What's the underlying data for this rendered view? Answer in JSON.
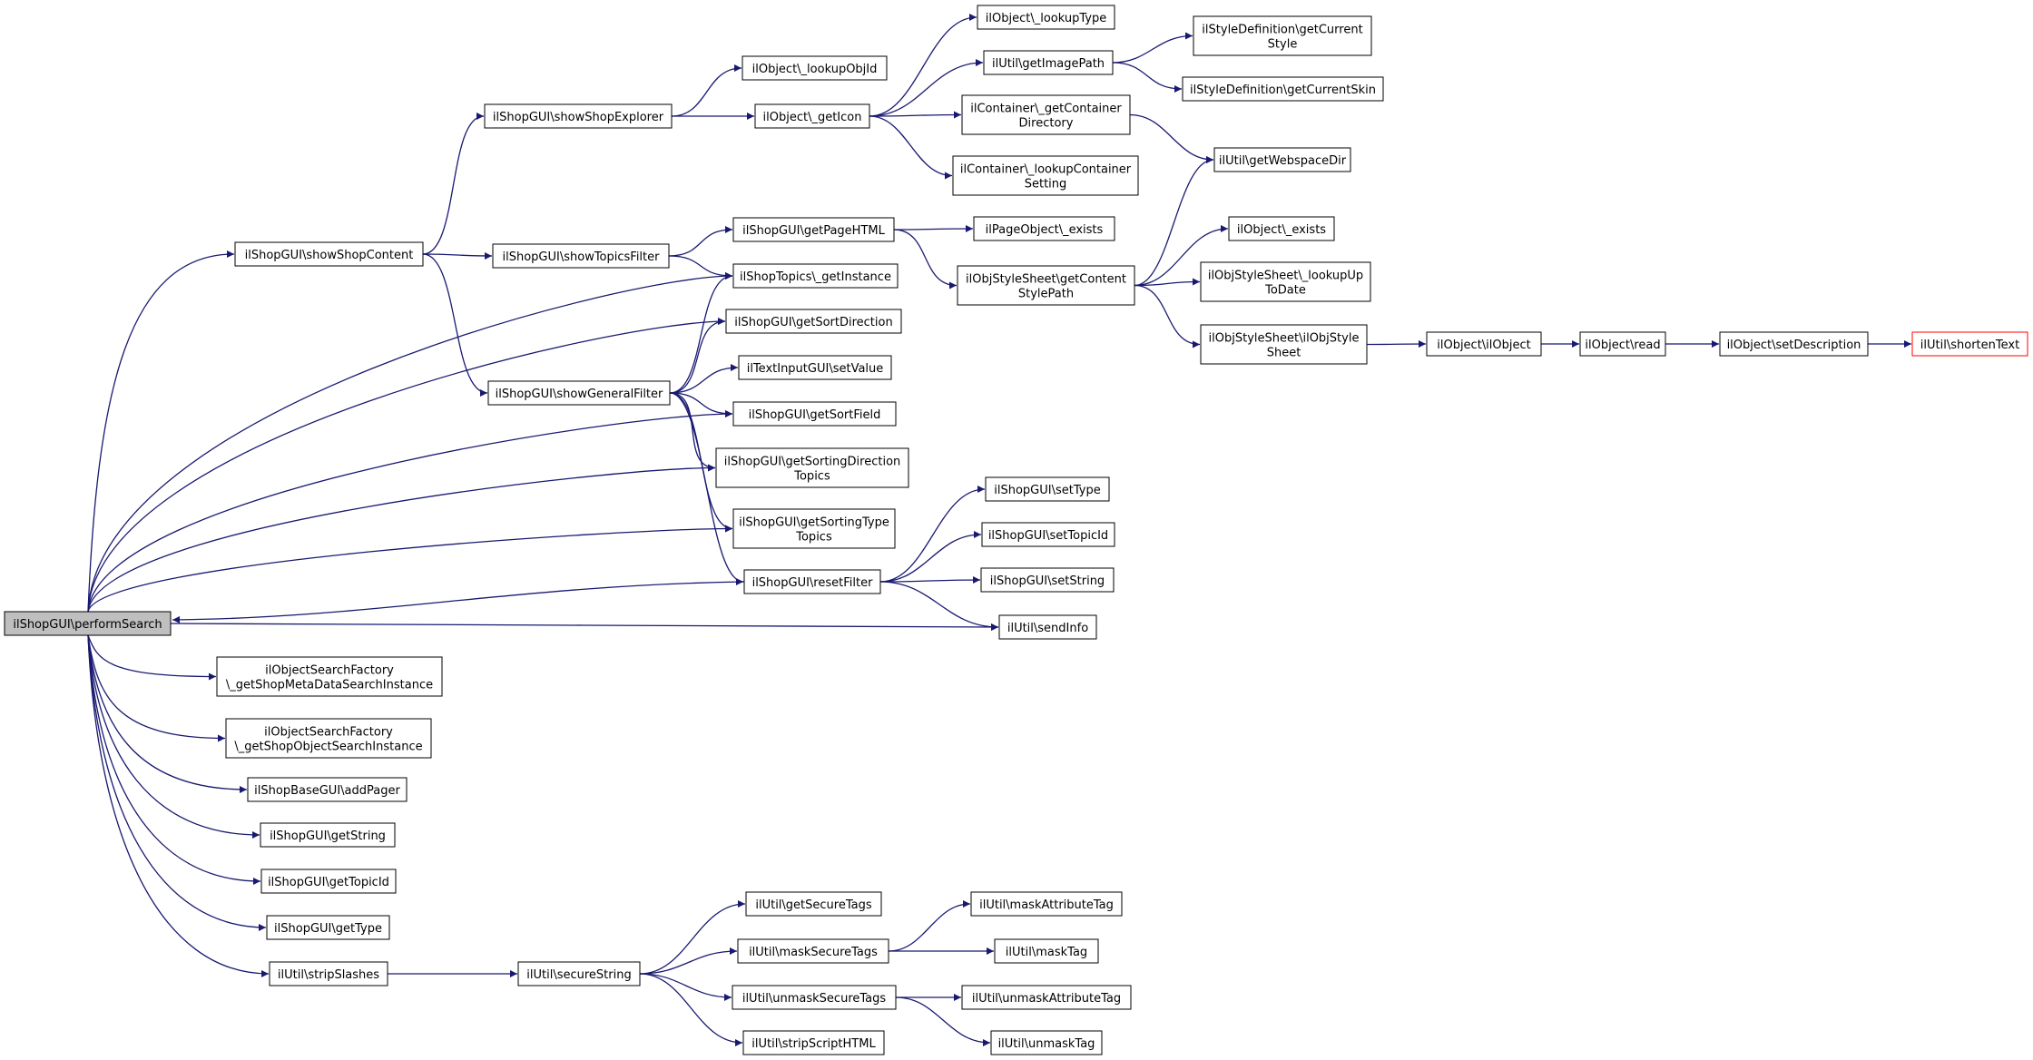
{
  "graph": {
    "edge_color": "#191970",
    "node_border": "#000000",
    "root_fill": "#bfbfbf",
    "truncated_border": "#ff0000",
    "nodes": [
      {
        "id": "performSearch",
        "lines": [
          "ilShopGUI\\performSearch"
        ],
        "style": "root"
      },
      {
        "id": "showShopContent",
        "lines": [
          "ilShopGUI\\showShopContent"
        ]
      },
      {
        "id": "showShopExplorer",
        "lines": [
          "ilShopGUI\\showShopExplorer"
        ]
      },
      {
        "id": "lookupObjId",
        "lines": [
          "ilObject\\_lookupObjId"
        ]
      },
      {
        "id": "getIcon",
        "lines": [
          "ilObject\\_getIcon"
        ]
      },
      {
        "id": "lookupType",
        "lines": [
          "ilObject\\_lookupType"
        ]
      },
      {
        "id": "getImagePath",
        "lines": [
          "ilUtil\\getImagePath"
        ]
      },
      {
        "id": "getCurrentStyle",
        "lines": [
          "ilStyleDefinition\\getCurrent",
          "Style"
        ]
      },
      {
        "id": "getCurrentSkin",
        "lines": [
          "ilStyleDefinition\\getCurrentSkin"
        ]
      },
      {
        "id": "getContainerDirectory",
        "lines": [
          "ilContainer\\_getContainer",
          "Directory"
        ]
      },
      {
        "id": "lookupContainerSetting",
        "lines": [
          "ilContainer\\_lookupContainer",
          "Setting"
        ]
      },
      {
        "id": "getWebspaceDir",
        "lines": [
          "ilUtil\\getWebspaceDir"
        ]
      },
      {
        "id": "showTopicsFilter",
        "lines": [
          "ilShopGUI\\showTopicsFilter"
        ]
      },
      {
        "id": "getPageHTML",
        "lines": [
          "ilShopGUI\\getPageHTML"
        ]
      },
      {
        "id": "pageObjectExists",
        "lines": [
          "ilPageObject\\_exists"
        ]
      },
      {
        "id": "getContentStylePath",
        "lines": [
          "ilObjStyleSheet\\getContent",
          "StylePath"
        ]
      },
      {
        "id": "objectExists",
        "lines": [
          "ilObject\\_exists"
        ]
      },
      {
        "id": "lookUpToDate",
        "lines": [
          "ilObjStyleSheet\\_lookupUp",
          "ToDate"
        ]
      },
      {
        "id": "ilObjStyleSheet",
        "lines": [
          "ilObjStyleSheet\\ilObjStyle",
          "Sheet"
        ]
      },
      {
        "id": "ilObjectCtor",
        "lines": [
          "ilObject\\ilObject"
        ]
      },
      {
        "id": "objectRead",
        "lines": [
          "ilObject\\read"
        ]
      },
      {
        "id": "setDescription",
        "lines": [
          "ilObject\\setDescription"
        ]
      },
      {
        "id": "shortenText",
        "lines": [
          "ilUtil\\shortenText"
        ],
        "style": "truncated"
      },
      {
        "id": "getInstance",
        "lines": [
          "ilShopTopics\\_getInstance"
        ]
      },
      {
        "id": "getSortDirection",
        "lines": [
          "ilShopGUI\\getSortDirection"
        ]
      },
      {
        "id": "showGeneralFilter",
        "lines": [
          "ilShopGUI\\showGeneralFilter"
        ]
      },
      {
        "id": "setValue",
        "lines": [
          "ilTextInputGUI\\setValue"
        ]
      },
      {
        "id": "getSortField",
        "lines": [
          "ilShopGUI\\getSortField"
        ]
      },
      {
        "id": "getSortingDirectionTopics",
        "lines": [
          "ilShopGUI\\getSortingDirection",
          "Topics"
        ]
      },
      {
        "id": "getSortingTypeTopics",
        "lines": [
          "ilShopGUI\\getSortingType",
          "Topics"
        ]
      },
      {
        "id": "setType",
        "lines": [
          "ilShopGUI\\setType"
        ]
      },
      {
        "id": "setTopicId",
        "lines": [
          "ilShopGUI\\setTopicId"
        ]
      },
      {
        "id": "resetFilter",
        "lines": [
          "ilShopGUI\\resetFilter"
        ]
      },
      {
        "id": "setString",
        "lines": [
          "ilShopGUI\\setString"
        ]
      },
      {
        "id": "sendInfo",
        "lines": [
          "ilUtil\\sendInfo"
        ]
      },
      {
        "id": "metaSearch",
        "lines": [
          "ilObjectSearchFactory",
          "\\_getShopMetaDataSearchInstance"
        ]
      },
      {
        "id": "objectSearch",
        "lines": [
          "ilObjectSearchFactory",
          "\\_getShopObjectSearchInstance"
        ]
      },
      {
        "id": "addPager",
        "lines": [
          "ilShopBaseGUI\\addPager"
        ]
      },
      {
        "id": "getString",
        "lines": [
          "ilShopGUI\\getString"
        ]
      },
      {
        "id": "getTopicId",
        "lines": [
          "ilShopGUI\\getTopicId"
        ]
      },
      {
        "id": "getType",
        "lines": [
          "ilShopGUI\\getType"
        ]
      },
      {
        "id": "stripSlashes",
        "lines": [
          "ilUtil\\stripSlashes"
        ]
      },
      {
        "id": "secureString",
        "lines": [
          "ilUtil\\secureString"
        ]
      },
      {
        "id": "getSecureTags",
        "lines": [
          "ilUtil\\getSecureTags"
        ]
      },
      {
        "id": "maskSecureTags",
        "lines": [
          "ilUtil\\maskSecureTags"
        ]
      },
      {
        "id": "maskAttributeTag",
        "lines": [
          "ilUtil\\maskAttributeTag"
        ]
      },
      {
        "id": "maskTag",
        "lines": [
          "ilUtil\\maskTag"
        ]
      },
      {
        "id": "unmaskSecureTags",
        "lines": [
          "ilUtil\\unmaskSecureTags"
        ]
      },
      {
        "id": "unmaskAttributeTag",
        "lines": [
          "ilUtil\\unmaskAttributeTag"
        ]
      },
      {
        "id": "unmaskTag",
        "lines": [
          "ilUtil\\unmaskTag"
        ]
      },
      {
        "id": "stripScriptHTML",
        "lines": [
          "ilUtil\\stripScriptHTML"
        ]
      }
    ],
    "edges": [
      [
        "performSearch",
        "showShopContent"
      ],
      [
        "showShopContent",
        "showShopExplorer"
      ],
      [
        "showShopExplorer",
        "lookupObjId"
      ],
      [
        "showShopExplorer",
        "getIcon"
      ],
      [
        "getIcon",
        "lookupType"
      ],
      [
        "getIcon",
        "getImagePath"
      ],
      [
        "getImagePath",
        "getCurrentStyle"
      ],
      [
        "getImagePath",
        "getCurrentSkin"
      ],
      [
        "getIcon",
        "getContainerDirectory"
      ],
      [
        "getContainerDirectory",
        "getWebspaceDir"
      ],
      [
        "getIcon",
        "lookupContainerSetting"
      ],
      [
        "showShopContent",
        "showTopicsFilter"
      ],
      [
        "showTopicsFilter",
        "getPageHTML"
      ],
      [
        "getPageHTML",
        "pageObjectExists"
      ],
      [
        "getPageHTML",
        "getContentStylePath"
      ],
      [
        "getContentStylePath",
        "getWebspaceDir"
      ],
      [
        "getContentStylePath",
        "objectExists"
      ],
      [
        "getContentStylePath",
        "lookUpToDate"
      ],
      [
        "getContentStylePath",
        "ilObjStyleSheet"
      ],
      [
        "ilObjStyleSheet",
        "ilObjectCtor"
      ],
      [
        "ilObjectCtor",
        "objectRead"
      ],
      [
        "objectRead",
        "setDescription"
      ],
      [
        "setDescription",
        "shortenText"
      ],
      [
        "showTopicsFilter",
        "getInstance"
      ],
      [
        "showShopContent",
        "showGeneralFilter"
      ],
      [
        "showGeneralFilter",
        "getInstance"
      ],
      [
        "showGeneralFilter",
        "getSortDirection"
      ],
      [
        "showGeneralFilter",
        "setValue"
      ],
      [
        "showGeneralFilter",
        "getSortField"
      ],
      [
        "showGeneralFilter",
        "getSortingDirectionTopics"
      ],
      [
        "showGeneralFilter",
        "getSortingTypeTopics"
      ],
      [
        "showGeneralFilter",
        "resetFilter"
      ],
      [
        "resetFilter",
        "setType"
      ],
      [
        "resetFilter",
        "setTopicId"
      ],
      [
        "resetFilter",
        "setString"
      ],
      [
        "resetFilter",
        "sendInfo"
      ],
      [
        "resetFilter",
        "performSearch"
      ],
      [
        "performSearch",
        "getInstance"
      ],
      [
        "performSearch",
        "getSortDirection"
      ],
      [
        "performSearch",
        "getSortField"
      ],
      [
        "performSearch",
        "getSortingDirectionTopics"
      ],
      [
        "performSearch",
        "getSortingTypeTopics"
      ],
      [
        "performSearch",
        "sendInfo"
      ],
      [
        "performSearch",
        "metaSearch"
      ],
      [
        "performSearch",
        "objectSearch"
      ],
      [
        "performSearch",
        "addPager"
      ],
      [
        "performSearch",
        "getString"
      ],
      [
        "performSearch",
        "getTopicId"
      ],
      [
        "performSearch",
        "getType"
      ],
      [
        "performSearch",
        "stripSlashes"
      ],
      [
        "stripSlashes",
        "secureString"
      ],
      [
        "secureString",
        "getSecureTags"
      ],
      [
        "secureString",
        "maskSecureTags"
      ],
      [
        "maskSecureTags",
        "maskAttributeTag"
      ],
      [
        "maskSecureTags",
        "maskTag"
      ],
      [
        "secureString",
        "unmaskSecureTags"
      ],
      [
        "unmaskSecureTags",
        "unmaskAttributeTag"
      ],
      [
        "unmaskSecureTags",
        "unmaskTag"
      ],
      [
        "secureString",
        "stripScriptHTML"
      ]
    ]
  }
}
